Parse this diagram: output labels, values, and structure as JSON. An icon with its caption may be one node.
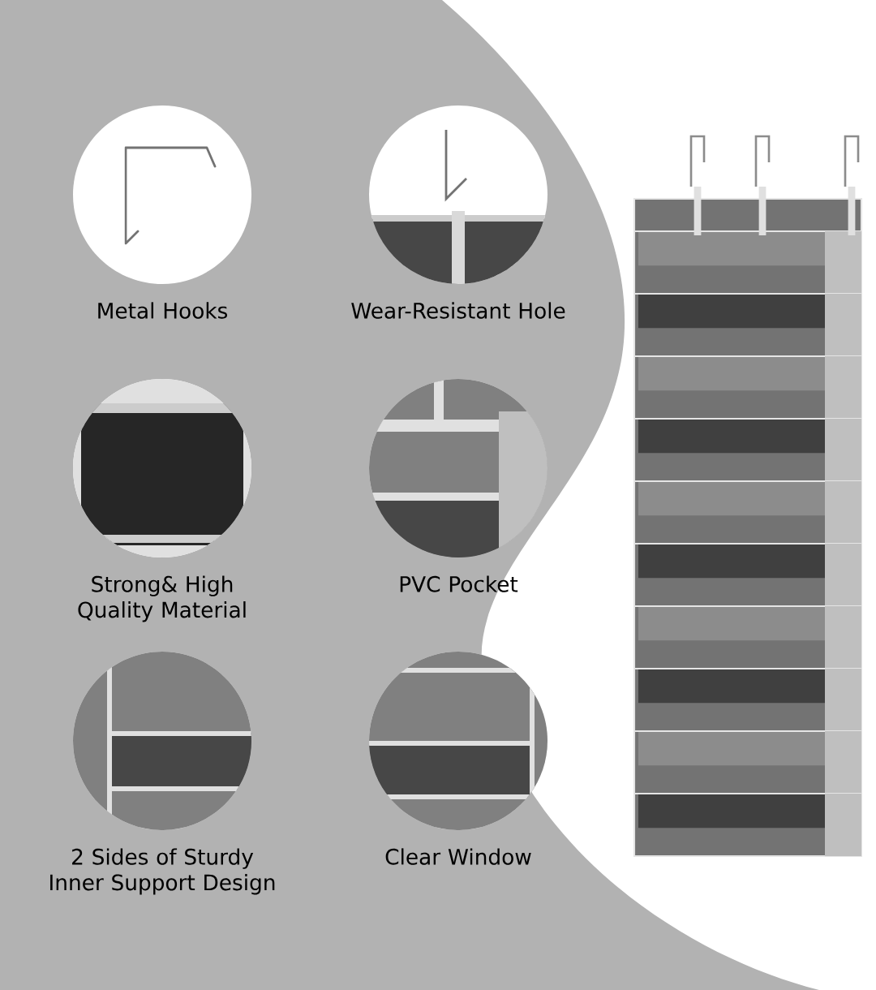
{
  "diagram": {
    "nodes": [
      {
        "text": [
          "Metal Hooks"
        ]
      },
      {
        "text": [
          "Wear-Resistant Hole"
        ]
      },
      {
        "text": [
          "Strong& High Quality Material"
        ]
      },
      {
        "text": [
          "PVC Pocket"
        ]
      },
      {
        "text": [
          "2 Sides of Sturdy Inner Support Design"
        ]
      },
      {
        "text": [
          "Clear Window"
        ]
      }
    ]
  }
}
